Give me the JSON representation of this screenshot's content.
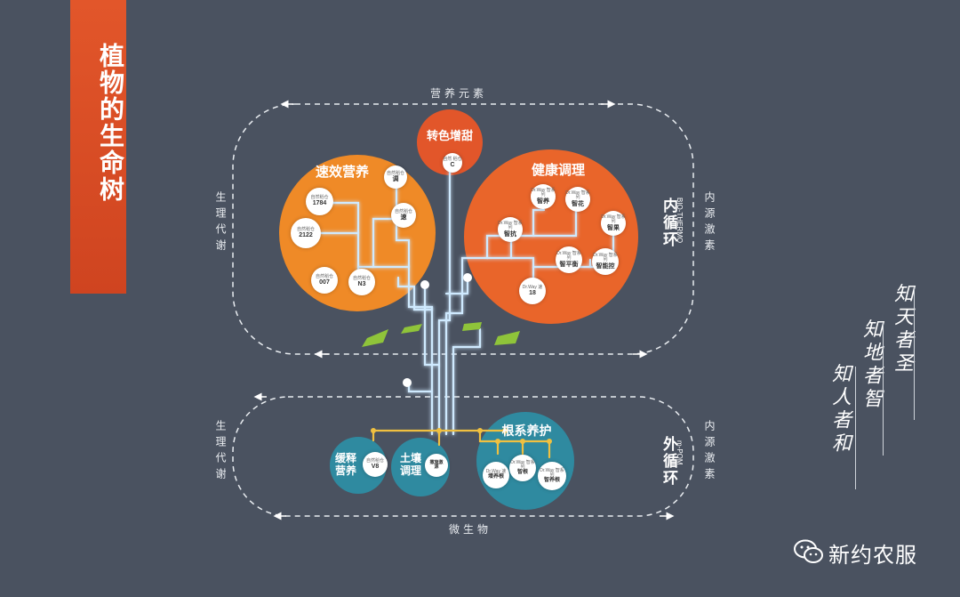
{
  "banner": {
    "title": "植物的生命树"
  },
  "labels": {
    "top": "营养元素",
    "bottom": "微生物",
    "left_upper": "生理代谢",
    "left_lower": "生理代谢",
    "right_upper": "内源激素",
    "right_lower": "内源激素"
  },
  "cycles": {
    "inner": {
      "title": "内循环",
      "sub": "BIO-THERMO"
    },
    "outer": {
      "title": "外循环",
      "sub": "m-POM"
    }
  },
  "circles": {
    "sugar": {
      "title": "转色增甜",
      "color": "#e2562a",
      "node": {
        "s": "自然\n稻仓",
        "m": "C"
      }
    },
    "fast": {
      "title": "速效营养",
      "color": "#ef8a27",
      "nodes": [
        {
          "s": "自然稻仓",
          "m": "调"
        },
        {
          "s": "自然稻仓",
          "m": "1784"
        },
        {
          "s": "自然稻仓",
          "m": "速"
        },
        {
          "s": "自然稻仓",
          "m": "2122"
        },
        {
          "s": "自然稻仓",
          "m": "007"
        },
        {
          "s": "自然稻仓",
          "m": "N3"
        }
      ]
    },
    "health": {
      "title": "健康调理",
      "color": "#e9652a",
      "nodes": [
        {
          "s": "Dr.Way 智系列",
          "m": "智养"
        },
        {
          "s": "Dr.Way 智系列",
          "m": "智花"
        },
        {
          "s": "Dr.Way 智系列",
          "m": "智果"
        },
        {
          "s": "Dr.Way 智系列",
          "m": "智抗"
        },
        {
          "s": "Dr.Way 智系列",
          "m": "智平衡"
        },
        {
          "s": "Dr.Way 智系列",
          "m": "智能控"
        },
        {
          "s": "Dr.Way 速",
          "m": "18"
        }
      ]
    },
    "slow": {
      "title": "缓释营养",
      "color": "#2f8aa0",
      "node": {
        "s": "自然稻仓",
        "m": "V8"
      }
    },
    "soil": {
      "title": "土壤调理",
      "color": "#2f8aa0",
      "node": {
        "s": "",
        "m": "撒施激源"
      }
    },
    "root": {
      "title": "根系养护",
      "color": "#2f8aa0",
      "nodes": [
        {
          "s": "Dr.Way 速",
          "m": "增养根"
        },
        {
          "s": "Dr.Way 智系列",
          "m": "智根"
        },
        {
          "s": "Dr.Way 智系列",
          "m": "智养根"
        }
      ]
    }
  },
  "poem": [
    "知天者圣",
    "知地者智",
    "知人者和"
  ],
  "brand": "新约农服",
  "colors": {
    "background": "#4a5260",
    "line": "#cfeaff",
    "gold": "#f0c040",
    "leaf": "#8fc43a"
  }
}
